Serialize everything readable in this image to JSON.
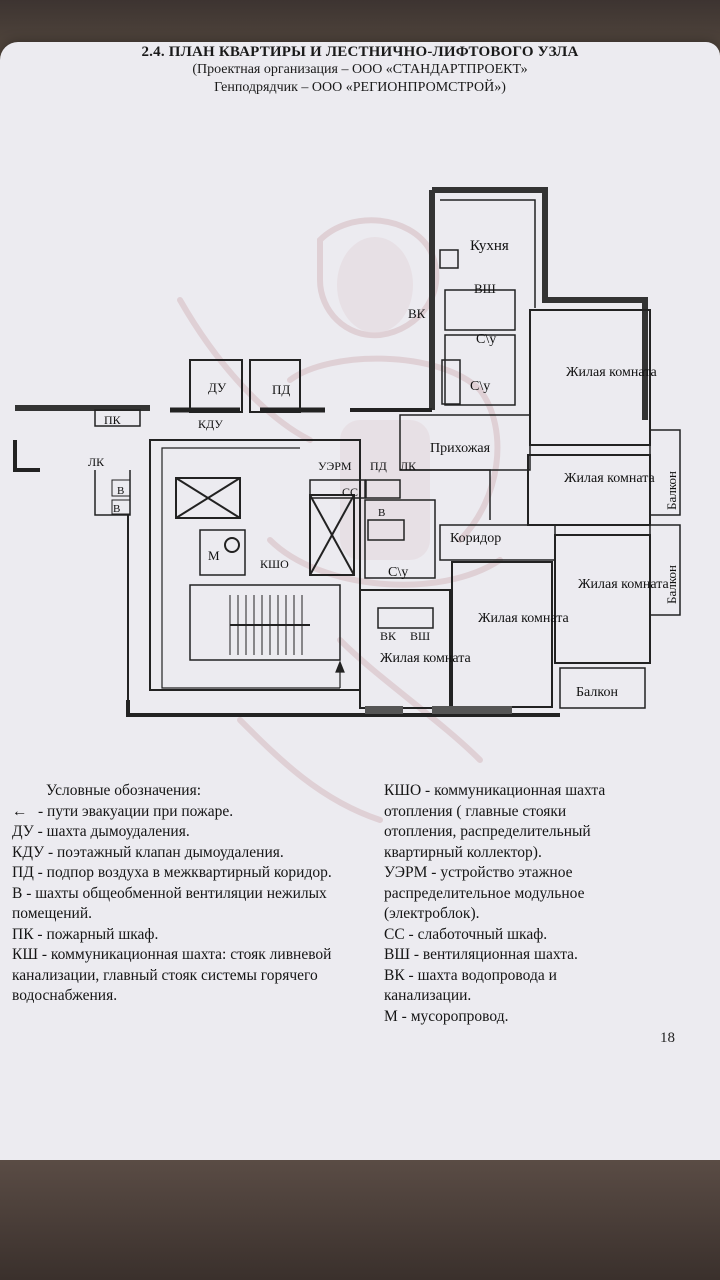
{
  "header": {
    "title": "2.4. ПЛАН КВАРТИРЫ И ЛЕСТНИЧНО-ЛИФТОВОГО УЗЛА",
    "subtitle1": "(Проектная организация – ООО «СТАНДАРТПРОЕКТ»",
    "subtitle2": "Генподрядчик – ООО «РЕГИОНПРОМСТРОЙ»)"
  },
  "plan_labels": {
    "kitchen": "Кухня",
    "vsh_top": "ВШ",
    "vk_top": "ВК",
    "su1": "С\\у",
    "su2": "С\\у",
    "living1": "Жилая комната",
    "du": "ДУ",
    "pd1": "ПД",
    "kdu": "КДУ",
    "pk": "ПК",
    "hall": "Прихожая",
    "uerm": "УЭРМ",
    "pd2": "ПД",
    "lk1": "ЛК",
    "lk2": "ЛК",
    "cc": "СС",
    "v1": "В",
    "v2": "В",
    "v3": "В",
    "living2": "Жилая комната",
    "balcony1": "Балкон",
    "corridor": "Коридор",
    "m": "М",
    "ksho": "КШО",
    "su3": "С\\у",
    "balcony2": "Балкон",
    "living3": "Жилая комната",
    "living4": "Жилая комната",
    "vk_bottom": "ВК",
    "vsh_bottom": "ВШ",
    "living5": "Жилая комната",
    "balcony3": "Балкон"
  },
  "legend": {
    "heading": "Условные обозначения:",
    "left": [
      "- пути эвакуации при пожаре.",
      "ДУ - шахта дымоудаления.",
      "КДУ - поэтажный клапан дымоудаления.",
      "ПД - подпор воздуха в межквартирный коридор.",
      "В - шахты общеобменной вентиляции нежилых помещений.",
      "ПК - пожарный шкаф.",
      "КШ - коммуникационная шахта: стояк ливневой канализации, главный стояк системы горячего водоснабжения."
    ],
    "right": [
      "КШО - коммуникационная шахта отопления ( главные стояки отопления, распределительный квартирный коллектор).",
      "УЭРМ - устройство этажное распределительное модульное (электроблок).",
      "СС - слаботочный шкаф.",
      "ВШ -  вентиляционная шахта.",
      "ВК - шахта водопровода и канализации.",
      "М - мусоропровод."
    ]
  },
  "page_number": "18",
  "colors": {
    "paper": "#ecebf0",
    "ink": "#1a1a1a",
    "emblem": "#c99aa0"
  }
}
